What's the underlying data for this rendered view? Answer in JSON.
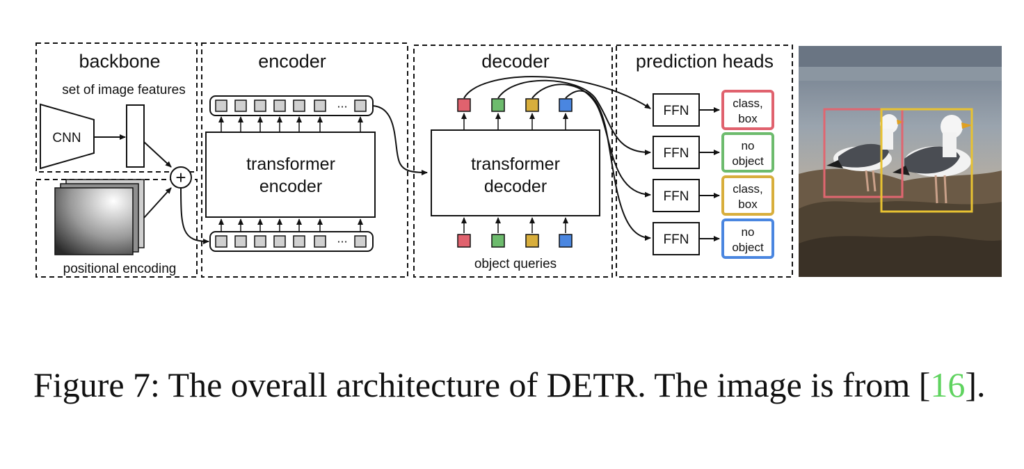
{
  "sections": {
    "backbone": "backbone",
    "encoder": "encoder",
    "decoder": "decoder",
    "prediction_heads": "prediction heads"
  },
  "labels": {
    "set_of_image_features": "set of image features",
    "cnn": "CNN",
    "positional_encoding": "positional encoding",
    "plus": "+",
    "encoder_box_line1": "transformer",
    "encoder_box_line2": "encoder",
    "decoder_box_line1": "transformer",
    "decoder_box_line2": "decoder",
    "object_queries": "object queries",
    "ellipsis": "···",
    "ffn": "FFN"
  },
  "outputs": [
    {
      "line1": "class,",
      "line2": "box",
      "color": "#e0626e"
    },
    {
      "line1": "no",
      "line2": "object",
      "color": "#6dbb6d"
    },
    {
      "line1": "class,",
      "line2": "box",
      "color": "#d8ae3c"
    },
    {
      "line1": "no",
      "line2": "object",
      "color": "#4a86e0"
    }
  ],
  "query_colors": [
    "#e0626e",
    "#6dbb6d",
    "#d8ae3c",
    "#4a86e0"
  ],
  "caption": {
    "text": "Figure 7: The overall architecture of DETR. The image is from [",
    "citation": "16",
    "end": "]."
  }
}
